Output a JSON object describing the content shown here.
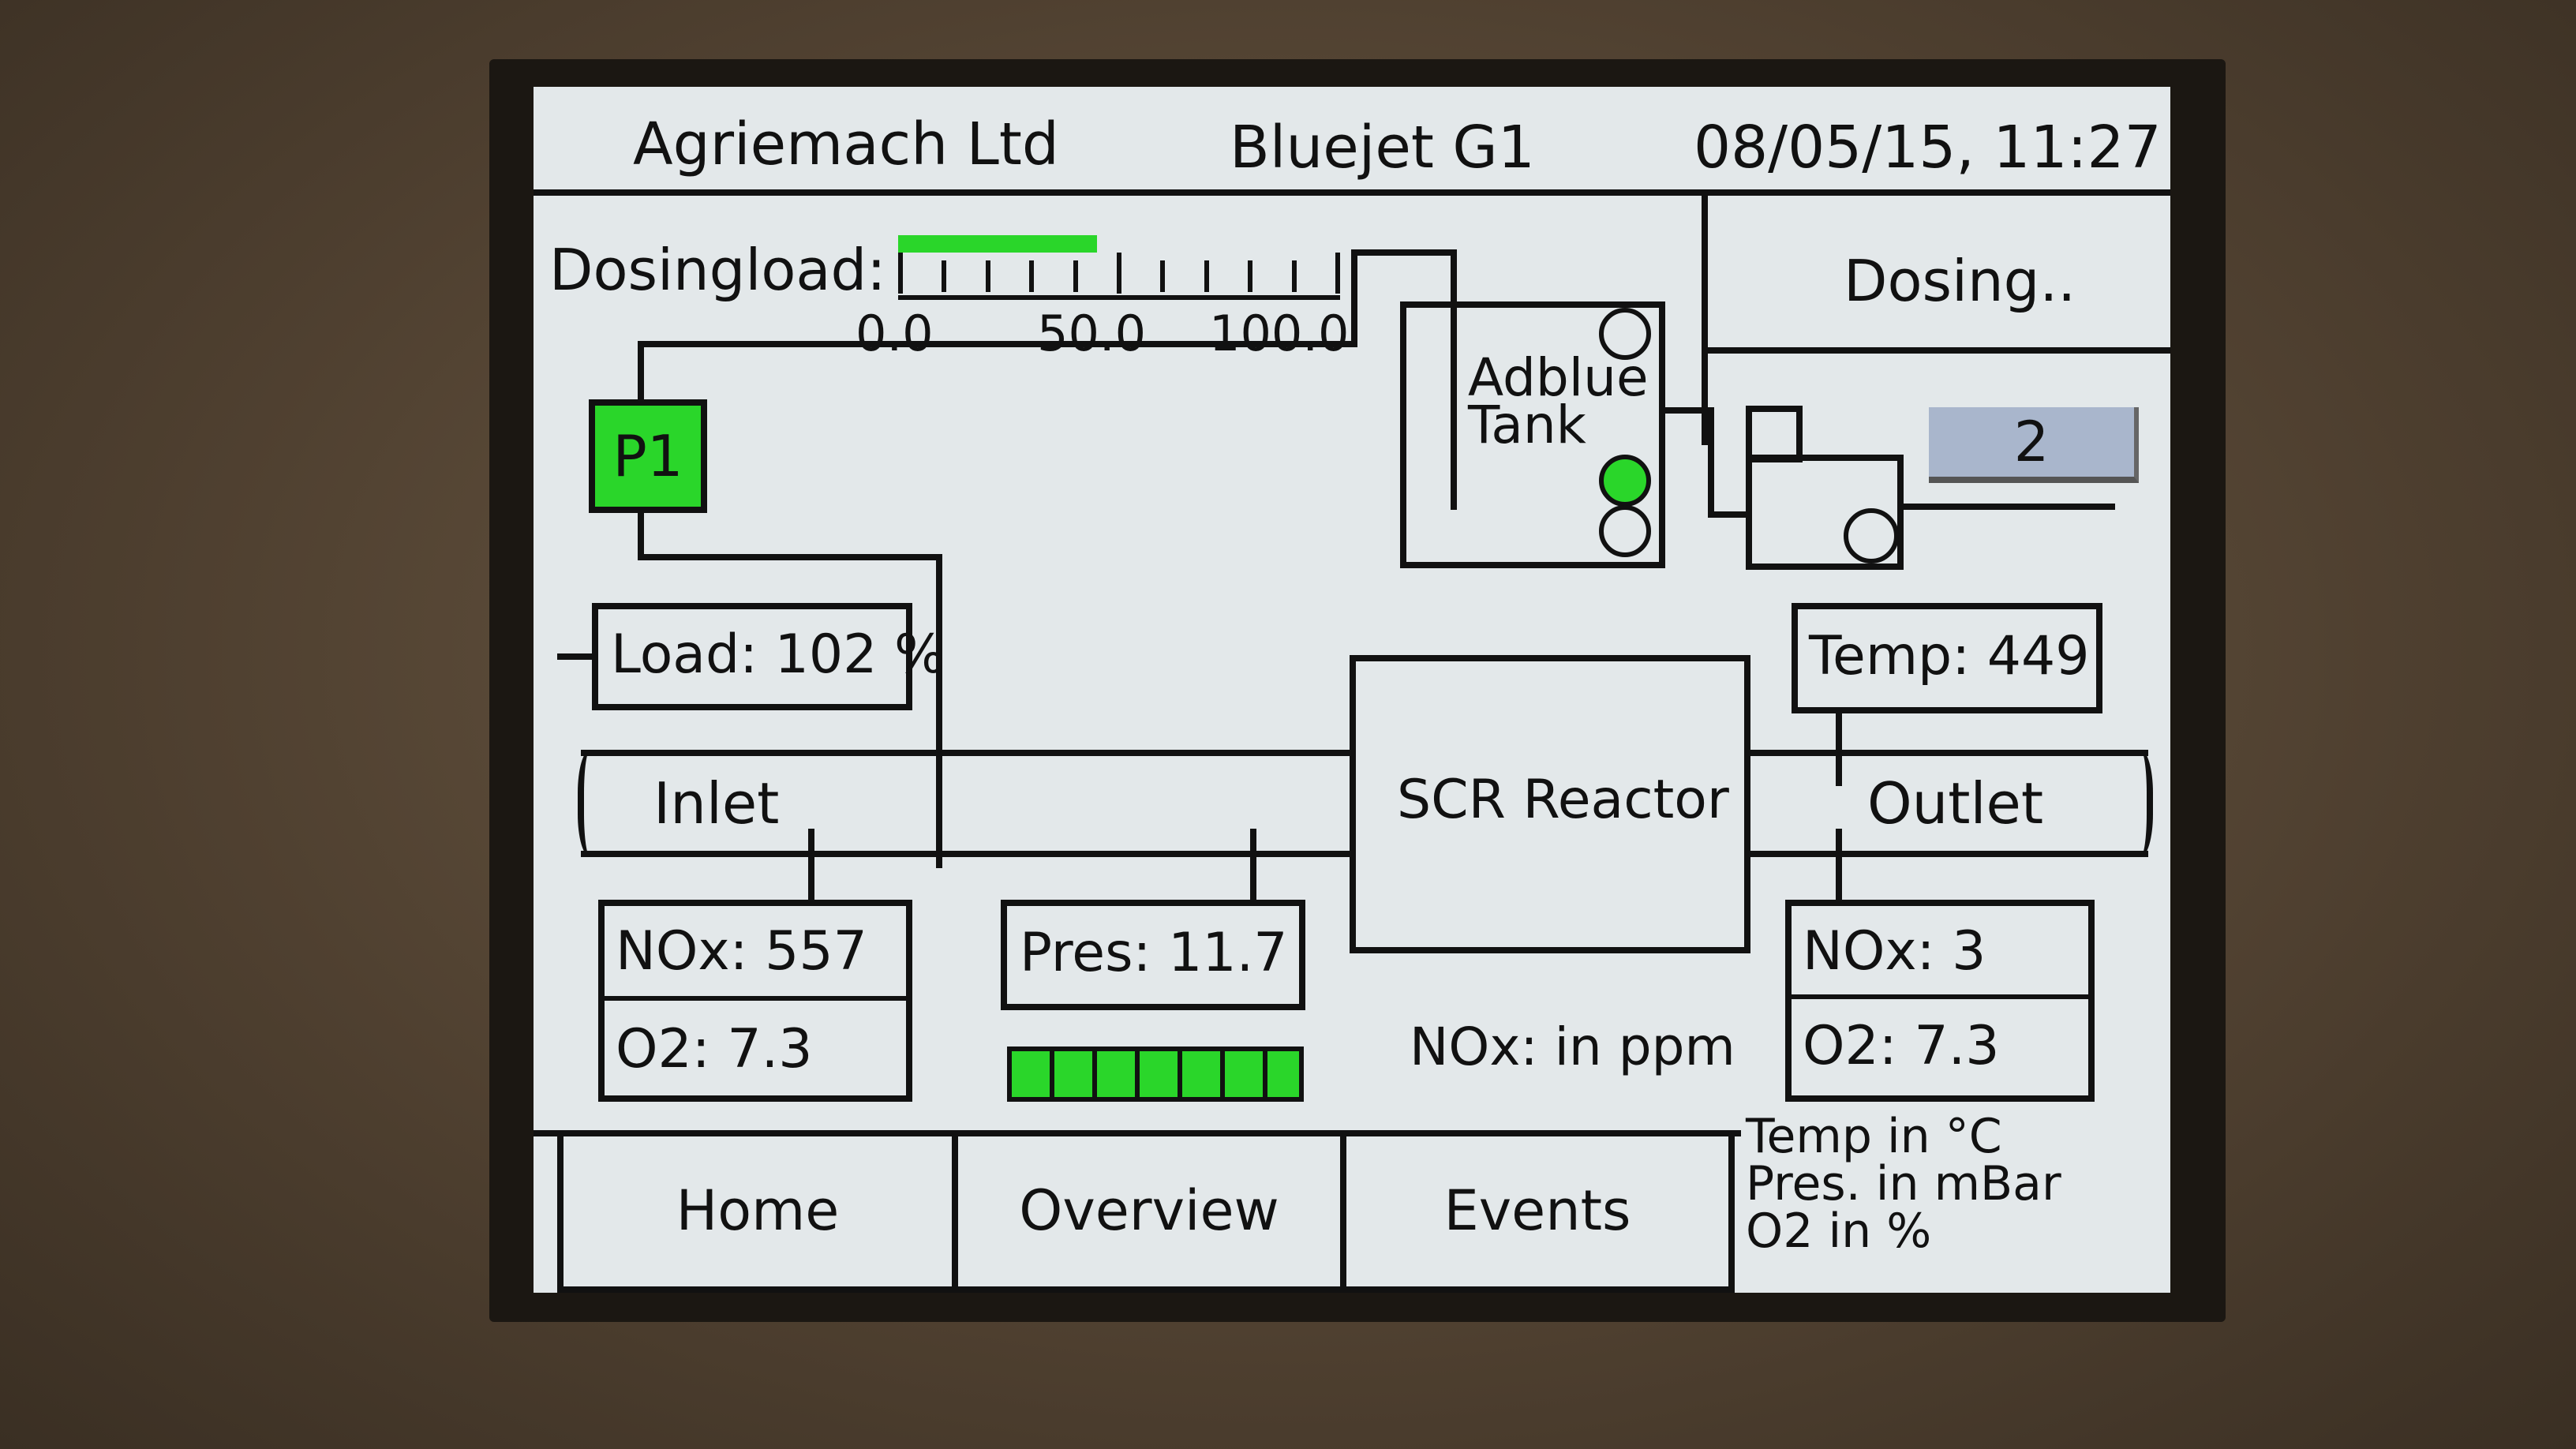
{
  "header": {
    "company": "Agriemach Ltd",
    "model": "Bluejet G1",
    "datetime": "08/05/15, 11:27"
  },
  "dosing": {
    "label": "Dosingload:",
    "scale": [
      "0.0",
      "50.0",
      "100.0"
    ],
    "level": 0.45,
    "status": "Dosing.."
  },
  "pump": {
    "label": "P1",
    "color": "#2ad62a"
  },
  "tank": {
    "label_line1": "Adblue",
    "label_line2": "Tank"
  },
  "counter": {
    "value": "2"
  },
  "load": {
    "text": "Load: 102 %"
  },
  "temp": {
    "text": "Temp: 449"
  },
  "inlet": {
    "label": "Inlet"
  },
  "outlet": {
    "label": "Outlet"
  },
  "reactor": {
    "label": "SCR Reactor"
  },
  "inlet_readings": {
    "nox": "NOx: 557",
    "o2": "O2: 7.3"
  },
  "outlet_readings": {
    "nox": "NOx: 3",
    "o2": "O2: 7.3"
  },
  "pressure": {
    "text": "Pres: 11.7",
    "bar_level": 1.0
  },
  "units": {
    "nox": "NOx: in ppm",
    "temp": "Temp in °C",
    "pres": "Pres. in mBar",
    "o2": "O2 in %"
  },
  "nav": {
    "home": "Home",
    "overview": "Overview",
    "events": "Events"
  },
  "colors": {
    "accent_green": "#2ad62a",
    "screen_bg": "#e3e8ea",
    "counter_bg": "#a9b6cc"
  }
}
